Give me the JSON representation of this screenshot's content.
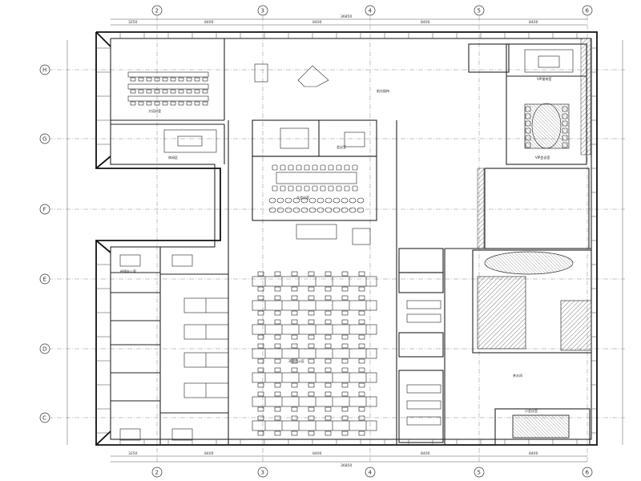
{
  "grid": {
    "columns": [
      "2",
      "3",
      "4",
      "5",
      "6"
    ],
    "rows": [
      "H",
      "G",
      "F",
      "E",
      "D",
      "C"
    ]
  },
  "dimensions": {
    "top_segments": [
      "3250",
      "8400",
      "8400",
      "8400",
      "8400"
    ],
    "top_total": "36850",
    "bottom_segments": [
      "3250",
      "8400",
      "8400",
      "8400",
      "8400"
    ],
    "bottom_total": "36850"
  },
  "rooms": {
    "training_room": "大培训室",
    "reception": "前台接待",
    "lounge": "休闲区",
    "vip_room": "VIP接待室",
    "vip_meeting": "VIP会议室",
    "meeting_room": "会议室",
    "large_meeting": "大会议室",
    "manager_office": "经理办公室",
    "open_office": "开放办公区",
    "pantry": "茶水间",
    "meeting_room_2": "小会议室"
  }
}
